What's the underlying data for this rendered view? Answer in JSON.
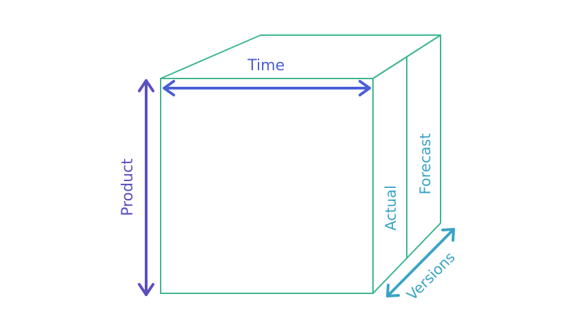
{
  "labels": {
    "time": "Time",
    "product": "Product",
    "versions": "Versions",
    "actual": "Actual",
    "forecast": "Forecast"
  },
  "colors": {
    "cube_edge": "#3db58f",
    "time_arrow": "#4a5fd6",
    "product_arrow": "#5a4fc2",
    "versions_arrow": "#3aa3c6",
    "version_text": "#3aa3c6",
    "background": "#ffffff"
  }
}
